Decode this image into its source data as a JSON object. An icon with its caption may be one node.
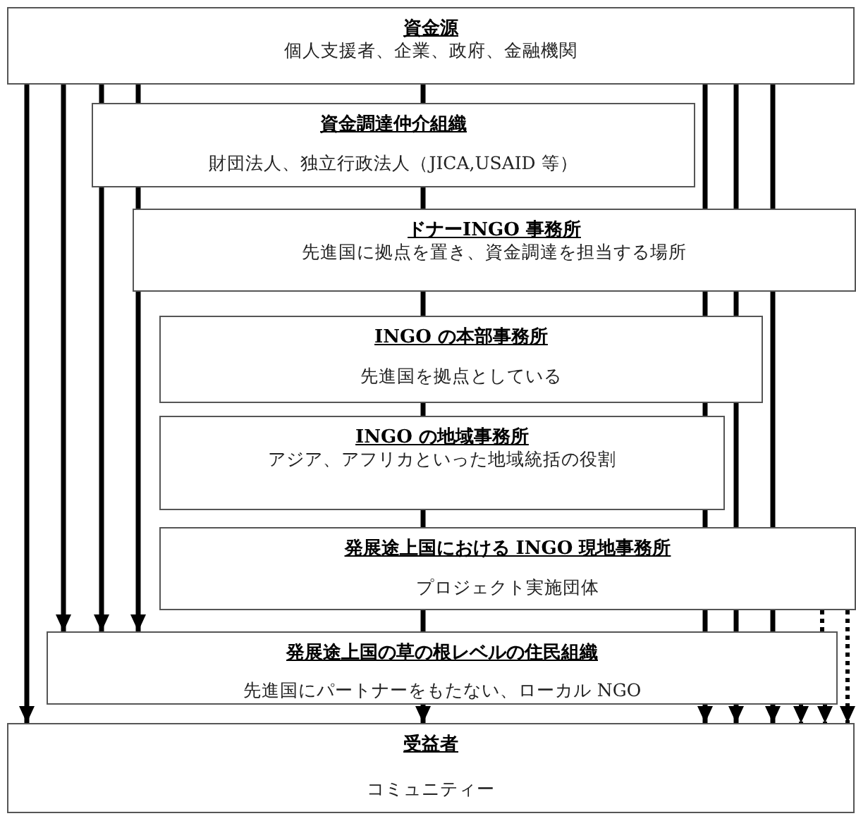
{
  "diagram": {
    "nodes": [
      {
        "text": [
          "資金源",
          "個人支援者、企業、政府、金融機関"
        ]
      },
      {
        "text": [
          "資金調達仲介組織",
          "財団法人、独立行政法人（JICA,USAID 等）"
        ]
      },
      {
        "text": [
          "ドナーINGO 事務所",
          "先進国に拠点を置き、資金調達を担当する場所"
        ]
      },
      {
        "text": [
          "INGO の本部事務所",
          "先進国を拠点としている"
        ]
      },
      {
        "text": [
          "INGO の地域事務所",
          "アジア、アフリカといった地域統括の役割"
        ]
      },
      {
        "text": [
          "発展途上国における INGO 現地事務所",
          "プロジェクト実施団体"
        ]
      },
      {
        "text": [
          "発展途上国の草の根レベルの住民組織",
          "先進国にパートナーをもたない、ローカル NGO"
        ]
      },
      {
        "text": [
          "受益者",
          "コミュニティー"
        ]
      }
    ],
    "edges": [
      {
        "from": 0,
        "to": 7,
        "arrow": "to"
      },
      {
        "from": 0,
        "to": 6,
        "arrow": "to"
      },
      {
        "from": 0,
        "to": 1,
        "arrow": "none"
      },
      {
        "from": 1,
        "to": 6,
        "arrow": "to"
      },
      {
        "from": 0,
        "to": 1,
        "arrow": "none"
      },
      {
        "from": 1,
        "to": 2,
        "arrow": "none"
      },
      {
        "from": 2,
        "to": 6,
        "arrow": "to"
      },
      {
        "from": 0,
        "to": 1,
        "arrow": "none"
      },
      {
        "from": 1,
        "to": 2,
        "arrow": "none"
      },
      {
        "from": 2,
        "to": 3,
        "arrow": "none"
      },
      {
        "from": 3,
        "to": 4,
        "arrow": "none"
      },
      {
        "from": 4,
        "to": 5,
        "arrow": "none"
      },
      {
        "from": 5,
        "to": 6,
        "arrow": "none"
      },
      {
        "from": 6,
        "to": 7,
        "arrow": "to"
      },
      {
        "from": 0,
        "to": 2,
        "arrow": "none"
      },
      {
        "from": 2,
        "to": 3,
        "arrow": "none"
      },
      {
        "from": 3,
        "to": 4,
        "arrow": "none"
      },
      {
        "from": 4,
        "to": 5,
        "arrow": "none"
      },
      {
        "from": 5,
        "to": 6,
        "arrow": "none"
      },
      {
        "from": 6,
        "to": 7,
        "arrow": "to"
      },
      {
        "from": 0,
        "to": 2,
        "arrow": "none"
      },
      {
        "from": 2,
        "to": 3,
        "arrow": "none"
      },
      {
        "from": 3,
        "to": 5,
        "arrow": "none"
      },
      {
        "from": 5,
        "to": 6,
        "arrow": "none"
      },
      {
        "from": 6,
        "to": 7,
        "arrow": "to"
      },
      {
        "from": 0,
        "to": 2,
        "arrow": "none"
      },
      {
        "from": 2,
        "to": 5,
        "arrow": "none"
      },
      {
        "from": 5,
        "to": 6,
        "arrow": "none"
      },
      {
        "from": 6,
        "to": 7,
        "arrow": "to"
      },
      {
        "from": 5,
        "to": 6,
        "arrow": "none",
        "style": "dashed"
      },
      {
        "from": 6,
        "to": 7,
        "arrow": "to",
        "style": "dashed"
      },
      {
        "from": 6,
        "to": 7,
        "arrow": "to",
        "style": "dashed"
      },
      {
        "from": 5,
        "to": 7,
        "arrow": "to",
        "style": "dashed"
      }
    ]
  }
}
